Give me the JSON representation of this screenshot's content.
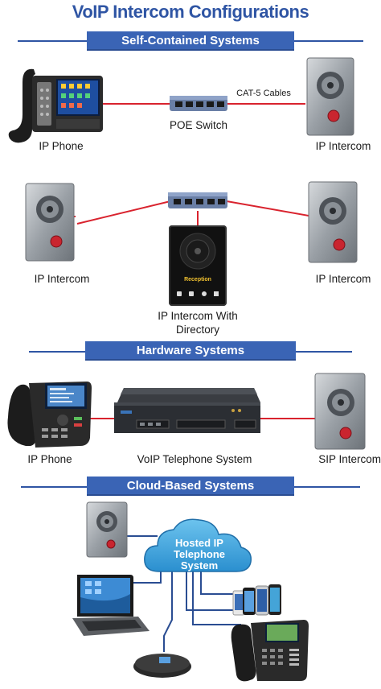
{
  "title": "VoIP Intercom Configurations",
  "sections": {
    "self_contained": "Self-Contained Systems",
    "hardware": "Hardware Systems",
    "cloud": "Cloud-Based Systems"
  },
  "diagram1": {
    "ip_phone": "IP Phone",
    "poe_switch": "POE Switch",
    "cat5": "CAT-5 Cables",
    "ip_intercom": "IP Intercom"
  },
  "diagram2": {
    "left_intercom": "IP Intercom",
    "right_intercom": "IP Intercom",
    "directory_line1": "IP Intercom With",
    "directory_line2": "Directory",
    "screen_text": "Reception"
  },
  "diagram3": {
    "ip_phone": "IP Phone",
    "voip_system": "VoIP Telephone System",
    "sip_intercom": "SIP Intercom"
  },
  "diagram4": {
    "cloud_line1": "Hosted IP",
    "cloud_line2": "Telephone",
    "cloud_line3": "System"
  },
  "colors": {
    "brand_blue": "#2f55a4",
    "band_blue": "#3a64b5",
    "cable_red": "#d9232e",
    "cable_navy": "#2a4d92",
    "cloud_blue": "#3fa3dc"
  }
}
